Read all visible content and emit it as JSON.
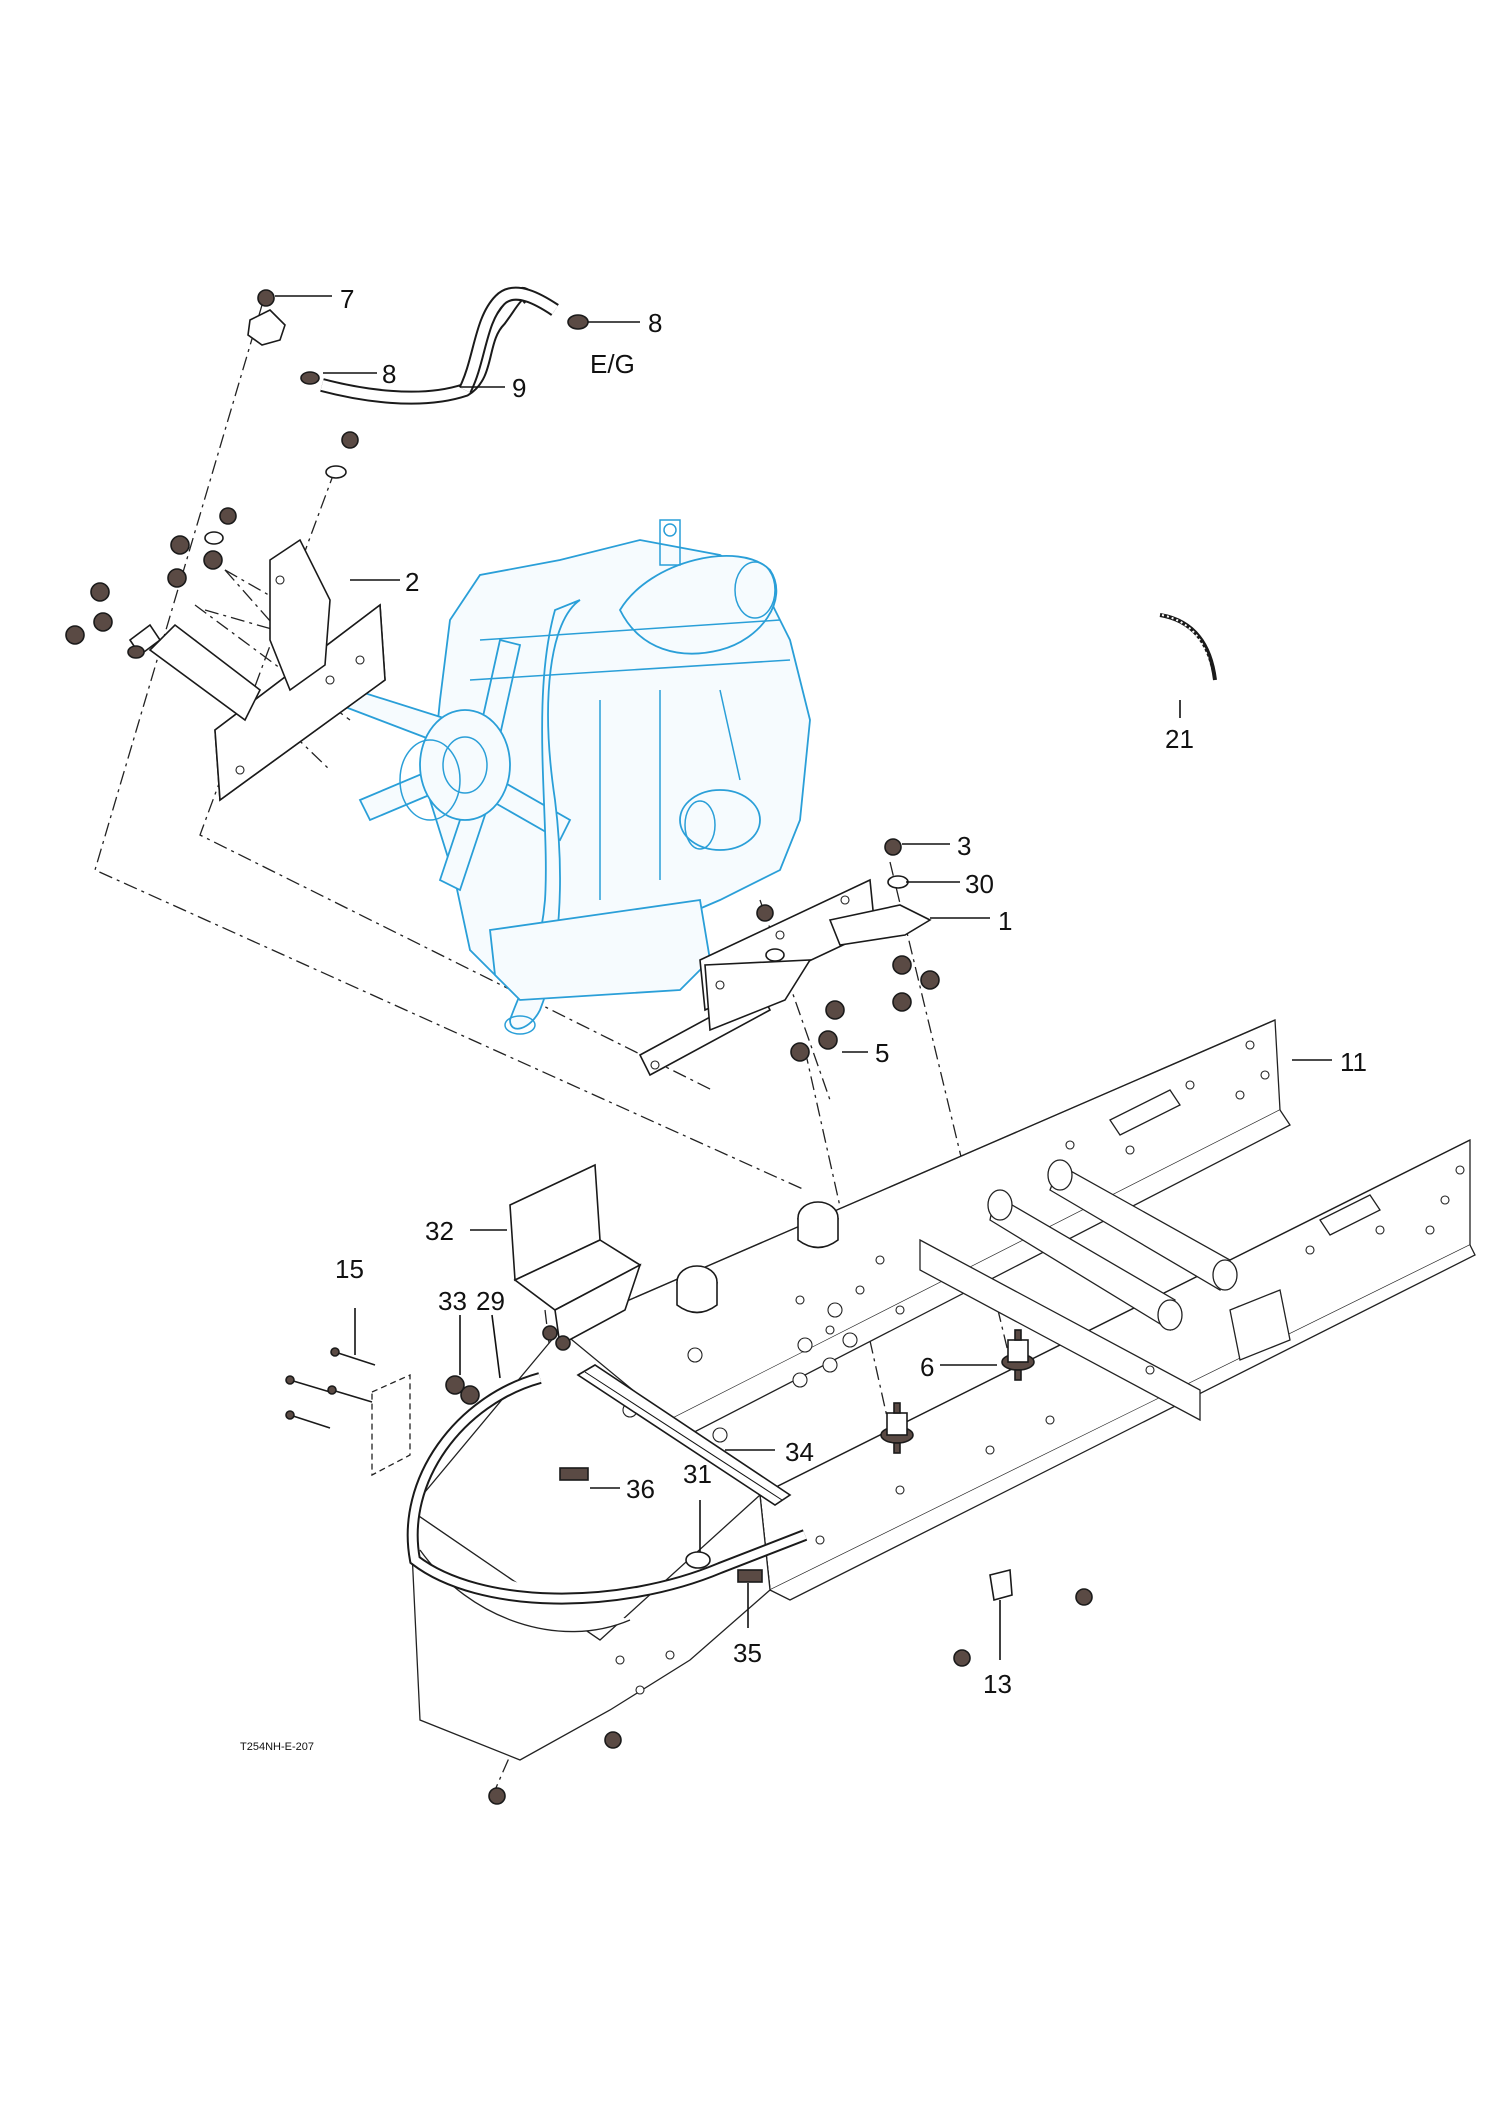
{
  "drawing_code": "T254NH-E-207",
  "callouts": {
    "c1": "1",
    "c2": "2",
    "c3": "3",
    "c5": "5",
    "c6": "6",
    "c7": "7",
    "c8a": "8",
    "c8b": "8",
    "c9": "9",
    "c11": "11",
    "c13": "13",
    "c15": "15",
    "c21": "21",
    "c29": "29",
    "c30": "30",
    "c31": "31",
    "c32": "32",
    "c33": "33",
    "c34": "34",
    "c35": "35",
    "c36": "36",
    "eg": "E/G"
  },
  "colors": {
    "engine_outline": "#2a9fd8",
    "line_art": "#1a1a1a",
    "part_fill": "#5a4a44"
  }
}
